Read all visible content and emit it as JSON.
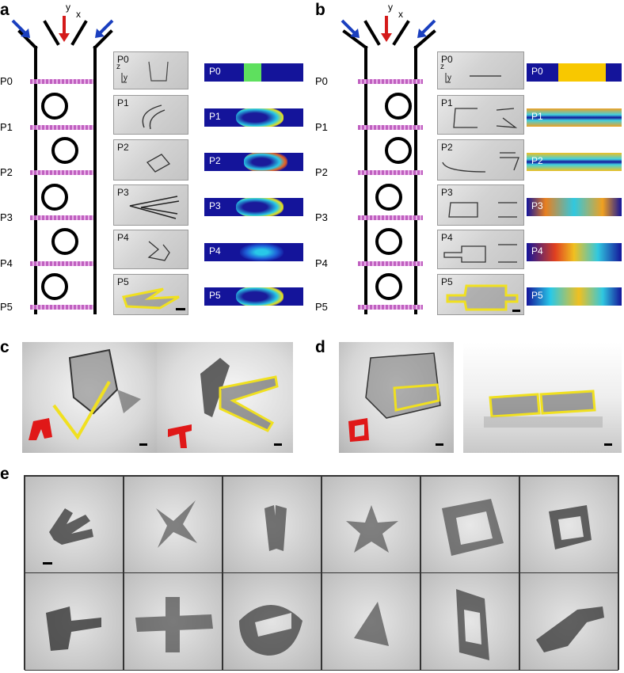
{
  "panels": {
    "a": "a",
    "b": "b",
    "c": "c",
    "d": "d",
    "e": "e"
  },
  "axes_top": {
    "y": "y",
    "x": "x"
  },
  "positions": [
    "P0",
    "P1",
    "P2",
    "P3",
    "P4",
    "P5"
  ],
  "photo_axes": {
    "z": "z",
    "y": "y"
  },
  "colors": {
    "inlet_arrow": "#1a3fbf",
    "center_arrow": "#d41a1a",
    "gate": "#c060c0",
    "outline": "#f0e020",
    "heat_bg": "#14149a",
    "red_model": "#e01818"
  },
  "icons": [
    "arrow-down-icon",
    "circle-obstacle-icon",
    "scale-bar-icon"
  ]
}
